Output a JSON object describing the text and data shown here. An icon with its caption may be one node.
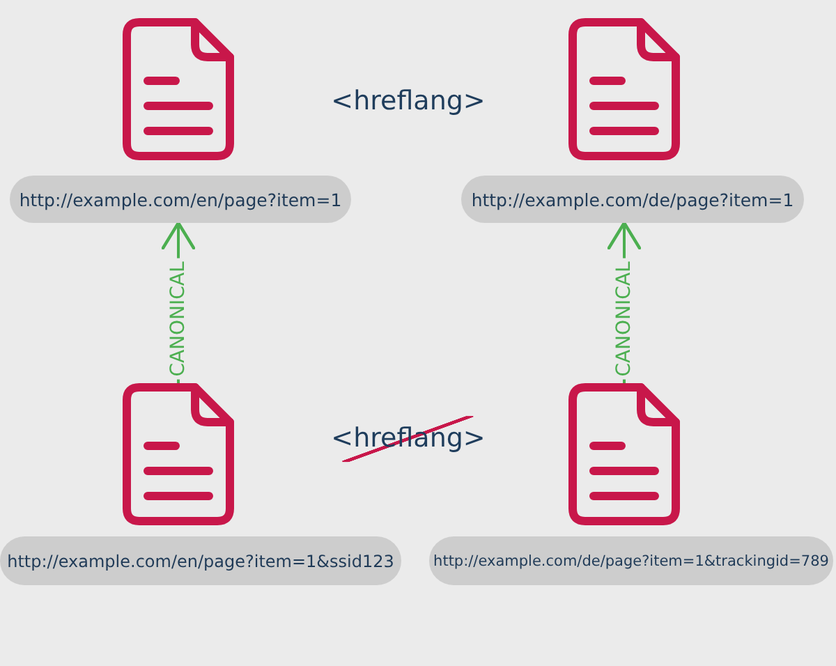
{
  "diagram": {
    "nodes": [
      {
        "text": [
          "http://example.com/en/page?item=1"
        ]
      },
      {
        "text": [
          "http://example.com/de/page?item=1"
        ]
      },
      {
        "text": [
          "http://example.com/en/page?item=1&ssid123"
        ]
      },
      {
        "text": [
          "http://example.com/de/page?item=1&trackingid=789"
        ]
      }
    ],
    "edges": [
      {
        "from": 2,
        "to": 0,
        "arrow": "to",
        "label": "CANONICAL"
      },
      {
        "from": 3,
        "to": 1,
        "arrow": "to",
        "label": "CANONICAL"
      }
    ],
    "labels": [
      "<hreflang>",
      "<hreflang>"
    ]
  }
}
